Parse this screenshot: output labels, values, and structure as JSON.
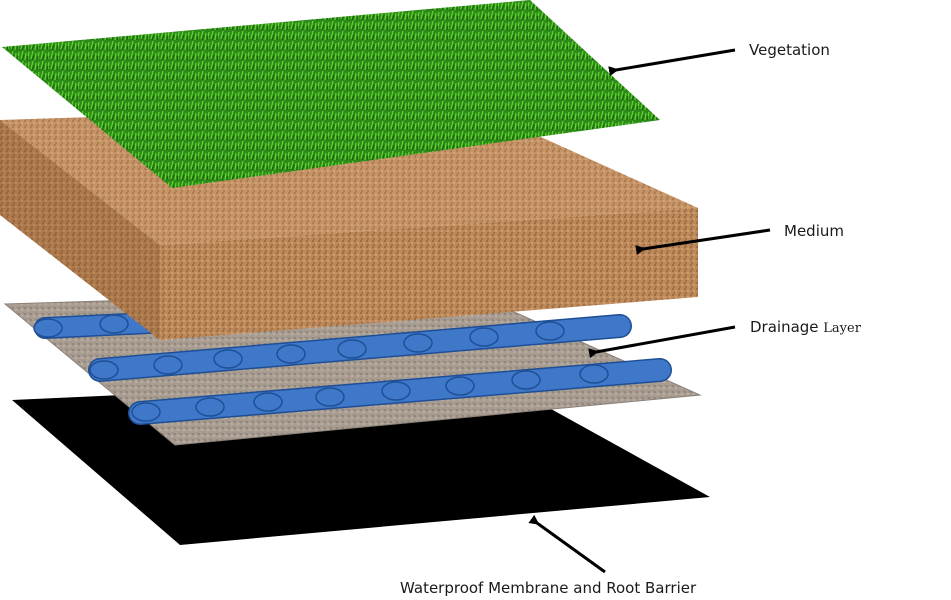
{
  "labels": {
    "vegetation": "Vegetation",
    "medium": "Medium",
    "drainage_main": "Drainage ",
    "drainage_suffix": "Layer",
    "membrane": "Waterproof Membrane and Root Barrier"
  },
  "colors": {
    "grass_dark": "#1f6b12",
    "grass_light": "#5fcf2a",
    "soil_top": "#c08b5c",
    "soil_front": "#b88152",
    "soil_side": "#a26f45",
    "gravel": "#a89c91",
    "pipe": "#3f78c8",
    "pipe_edge": "#1e4f96",
    "membrane": "#000000",
    "arrow": "#000000"
  },
  "icons": {
    "arrow": "arrow-left"
  }
}
